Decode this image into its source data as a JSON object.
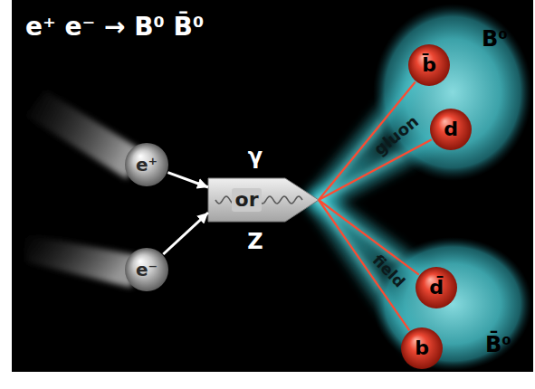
{
  "diagram": {
    "title": "e⁺ e⁻ → B⁰ B̄⁰",
    "nodes": [
      {
        "text": [
          "e⁺"
        ]
      },
      {
        "text": [
          "e⁻"
        ]
      },
      {
        "text": [
          "or"
        ]
      },
      {
        "text": [
          "B⁰"
        ]
      },
      {
        "text": [
          "b̄"
        ],
        "in": 3
      },
      {
        "text": [
          "d"
        ],
        "in": 3
      },
      {
        "text": [
          "B̄⁰"
        ]
      },
      {
        "text": [
          "d̄"
        ],
        "in": 6
      },
      {
        "text": [
          "b"
        ],
        "in": 6
      }
    ],
    "edges": [
      {
        "from": 0,
        "to": 2,
        "arrow": "to"
      },
      {
        "from": 1,
        "to": 2,
        "arrow": "to"
      },
      {
        "from": 2,
        "to": 4,
        "arrow": "none"
      },
      {
        "from": 2,
        "to": 5,
        "arrow": "none"
      },
      {
        "from": 2,
        "to": 7,
        "arrow": "none"
      },
      {
        "from": 2,
        "to": 8,
        "arrow": "none"
      }
    ],
    "labels": [
      "γ",
      "Z",
      "gluon",
      "field"
    ]
  }
}
